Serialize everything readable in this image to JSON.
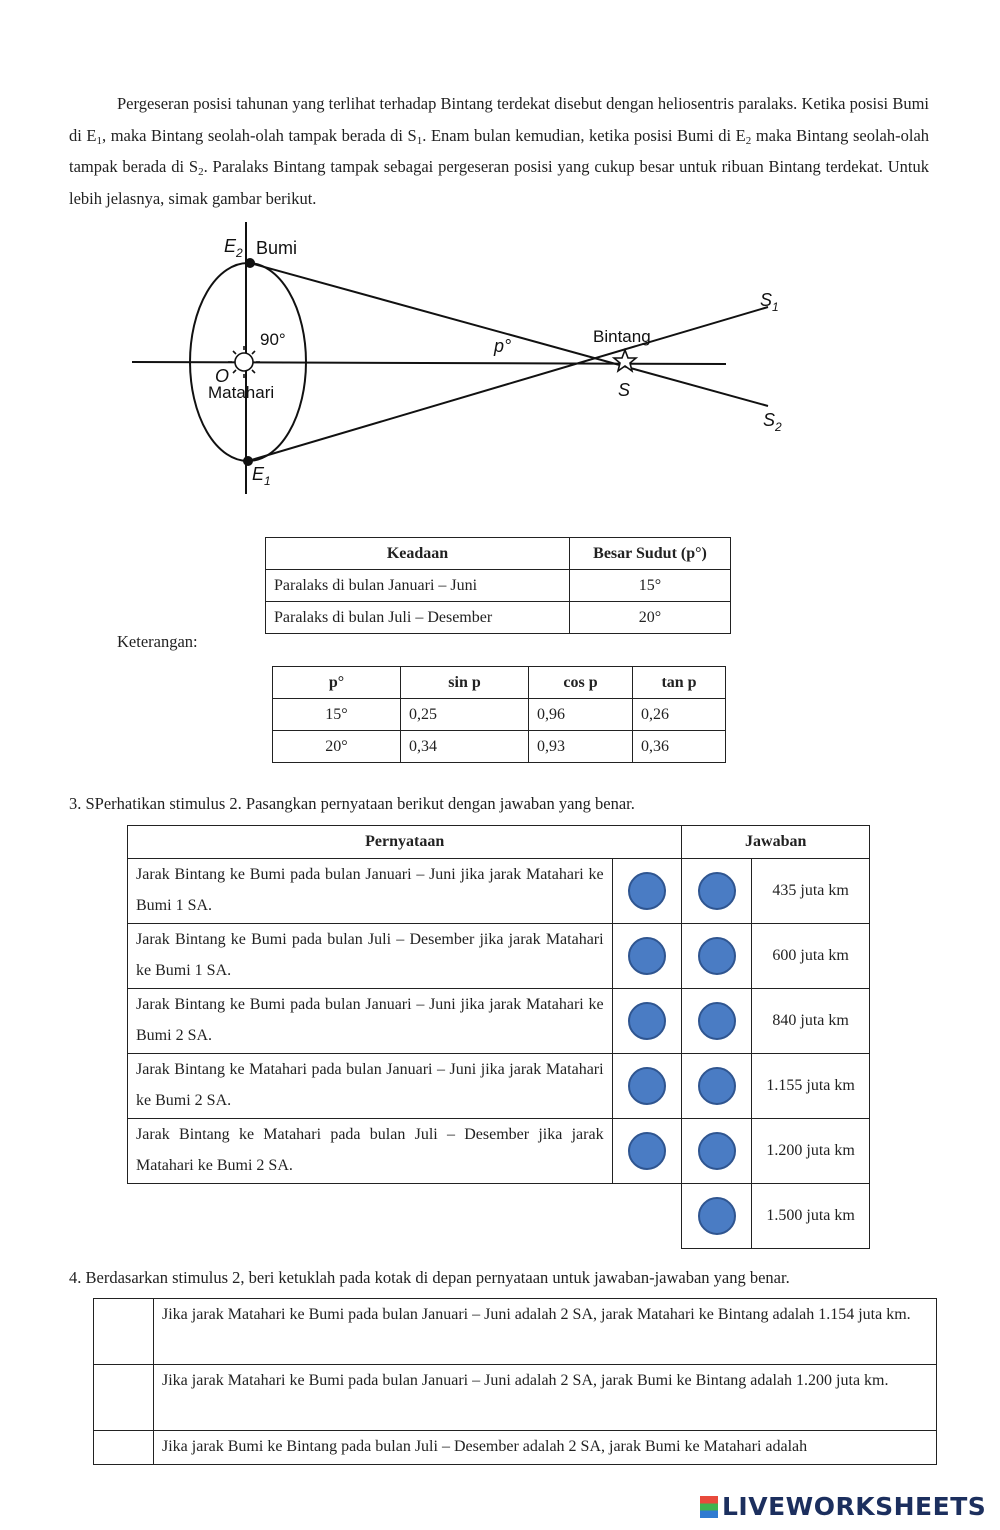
{
  "intro": {
    "s1": "Pergeseran posisi tahunan yang terlihat terhadap Bintang terdekat disebut dengan heliosentris paralaks. Ketika posisi Bumi di E",
    "s1_sub": "1",
    "s2": ", maka Bintang seolah-olah tampak berada di S",
    "s2_sub": "1",
    "s3": ". Enam bulan kemudian, ketika posisi Bumi di E",
    "s3_sub": "2",
    "s4": " maka Bintang seolah-olah tampak berada di S",
    "s4_sub": "2",
    "s5": ". Paralaks Bintang tampak sebagai pergeseran posisi yang cukup besar untuk ribuan Bintang terdekat. Untuk lebih jelasnya, simak gambar berikut."
  },
  "diagram": {
    "e2": "E",
    "e2_sub": "2",
    "bumi": "Bumi",
    "angle90": "90°",
    "o": "O",
    "matahari": "Matahari",
    "e1": "E",
    "e1_sub": "1",
    "p": "p°",
    "bintang": "Bintang",
    "s": "S",
    "s1": "S",
    "s1_sub": "1",
    "s2": "S",
    "s2_sub": "2"
  },
  "table_keadaan": {
    "headers": [
      "Keadaan",
      "Besar Sudut (p°)"
    ],
    "rows": [
      [
        "Paralaks di bulan Januari – Juni",
        "15°"
      ],
      [
        "Paralaks di bulan Juli – Desember",
        "20°"
      ]
    ]
  },
  "keterangan": "Keterangan:",
  "table_trig": {
    "headers": [
      "p°",
      "sin p",
      "cos p",
      "tan p"
    ],
    "rows": [
      [
        "15°",
        "0,25",
        "0,96",
        "0,26"
      ],
      [
        "20°",
        "0,34",
        "0,93",
        "0,36"
      ]
    ]
  },
  "q3": {
    "prompt": "3.  SPerhatikan stimulus 2. Pasangkan pernyataan berikut dengan jawaban yang benar.",
    "headers": [
      "Pernyataan",
      "Jawaban"
    ],
    "statements": [
      "Jarak Bintang ke Bumi pada bulan Januari – Juni jika jarak Matahari ke Bumi 1 SA.",
      "Jarak Bintang ke Bumi pada bulan Juli – Desember jika jarak Matahari ke Bumi 1 SA.",
      "Jarak Bintang ke Bumi pada bulan Januari – Juni jika jarak Matahari ke Bumi 2 SA.",
      "Jarak Bintang ke Matahari pada bulan Januari – Juni jika jarak Matahari ke Bumi 2 SA.",
      "Jarak Bintang ke Matahari pada bulan Juli – Desember jika jarak Matahari ke Bumi 2 SA."
    ],
    "answers": [
      "435 juta km",
      "600 juta km",
      "840 juta km",
      "1.155 juta km",
      "1.200 juta km",
      "1.500 juta km"
    ]
  },
  "q4": {
    "prompt": "4.  Berdasarkan stimulus 2, beri ketuklah pada kotak di depan pernyataan untuk jawaban-jawaban yang benar.",
    "statements": [
      "Jika jarak Matahari ke Bumi pada bulan Januari – Juni adalah 2 SA, jarak Matahari ke Bintang adalah 1.154 juta km.",
      "Jika jarak Matahari ke Bumi pada bulan Januari – Juni adalah 2 SA, jarak Bumi ke Bintang adalah 1.200 juta km.",
      "Jika jarak Bumi ke Bintang pada bulan Juli – Desember adalah 2 SA, jarak Bumi ke Matahari adalah"
    ]
  },
  "logo": "LIVEWORKSHEETS",
  "colors": {
    "dot_fill": "#4a7cc4",
    "dot_stroke": "#2f5590",
    "logo": "#1c2f5e"
  }
}
